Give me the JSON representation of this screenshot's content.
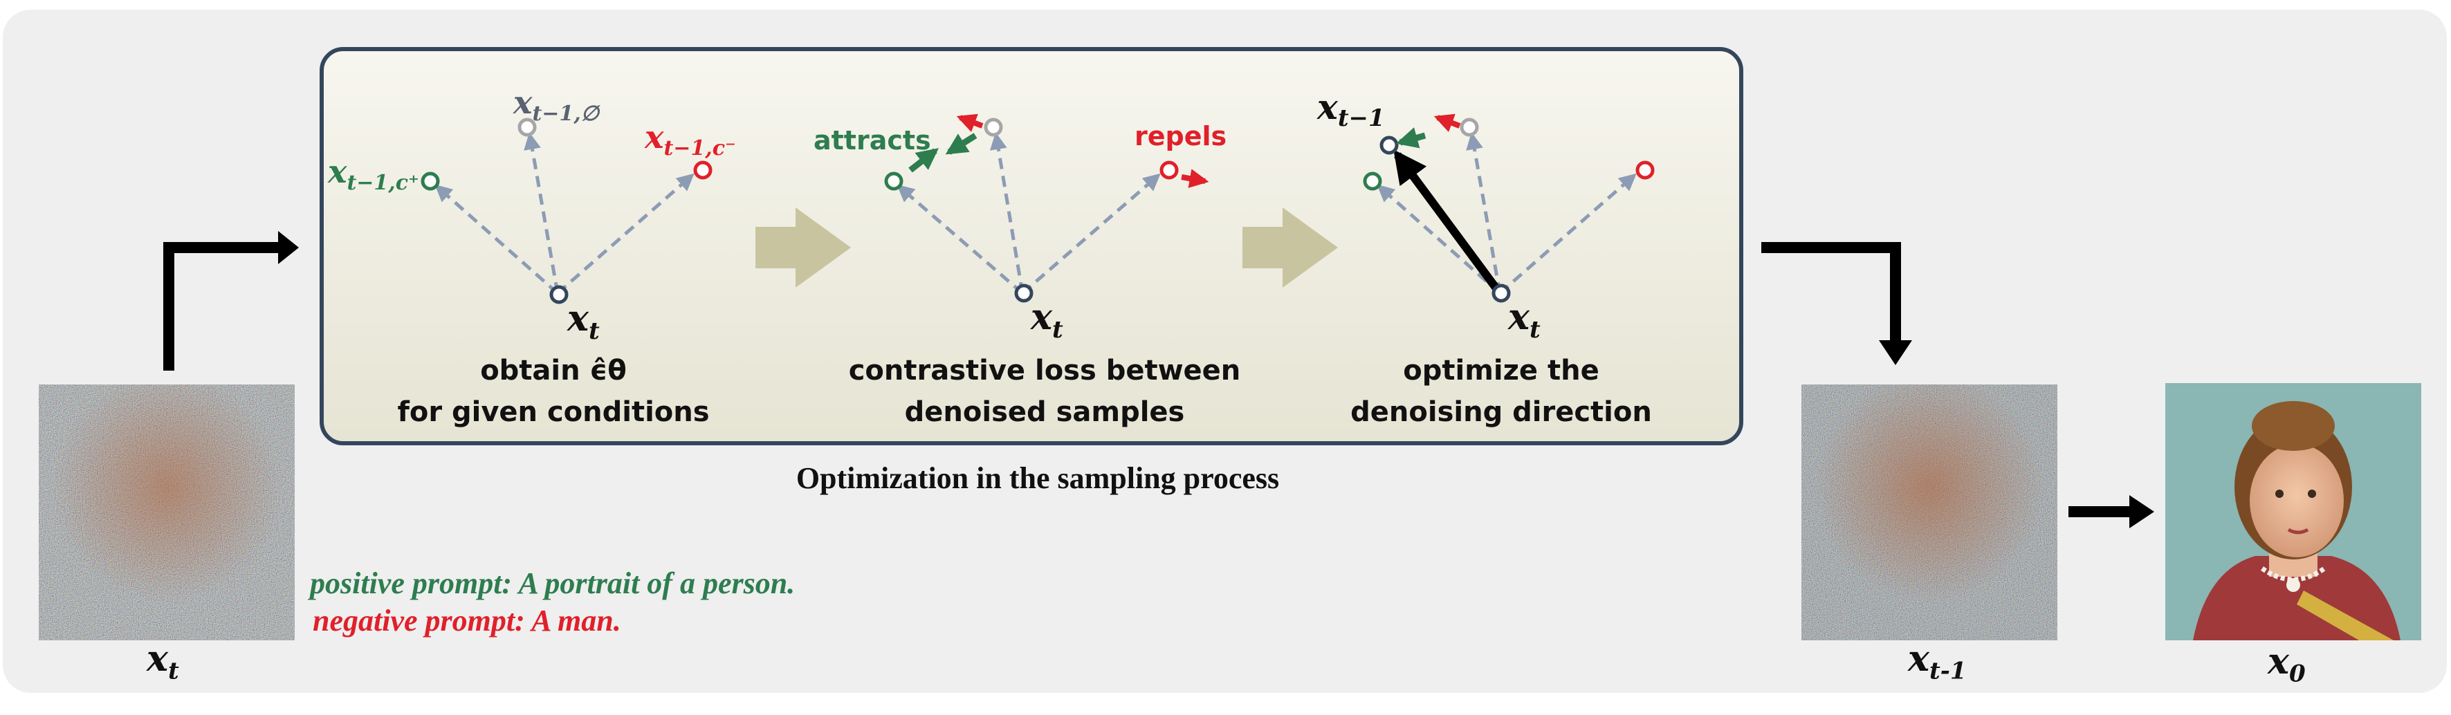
{
  "panel": {
    "title": "Optimization in the sampling process",
    "steps": [
      {
        "caption_line1": "obtain ϵ̂θ",
        "caption_line2": "for given conditions"
      },
      {
        "caption_line1": "contrastive loss between",
        "caption_line2": "denoised samples"
      },
      {
        "caption_line1": "optimize the",
        "caption_line2": "denoising direction"
      }
    ]
  },
  "labels": {
    "x_pos": "x",
    "x_pos_sub": "t−1,c⁺",
    "x_null": "x",
    "x_null_sub": "t−1,∅",
    "x_neg": "x",
    "x_neg_sub": "t−1,c⁻",
    "xt_main": "x",
    "xt_sub": "t",
    "attracts": "attracts",
    "repels": "repels",
    "xt1_main": "x",
    "xt1_sub": "t−1"
  },
  "images": {
    "input_label": "x",
    "input_sub": "t",
    "output_noisy_label": "x",
    "output_noisy_sub": "t-1",
    "output_clean_label": "x",
    "output_clean_sub": "0"
  },
  "prompts": {
    "positive": "positive prompt: A portrait of a person.",
    "negative": "negative prompt: A man."
  },
  "colors": {
    "positive": "#2e7d4f",
    "negative": "#e0202a",
    "null": "#a6a6a6",
    "dashed_arrow": "#8c9cb4",
    "panel_border": "#34465c",
    "block_arrow": "#c9c4a0"
  }
}
